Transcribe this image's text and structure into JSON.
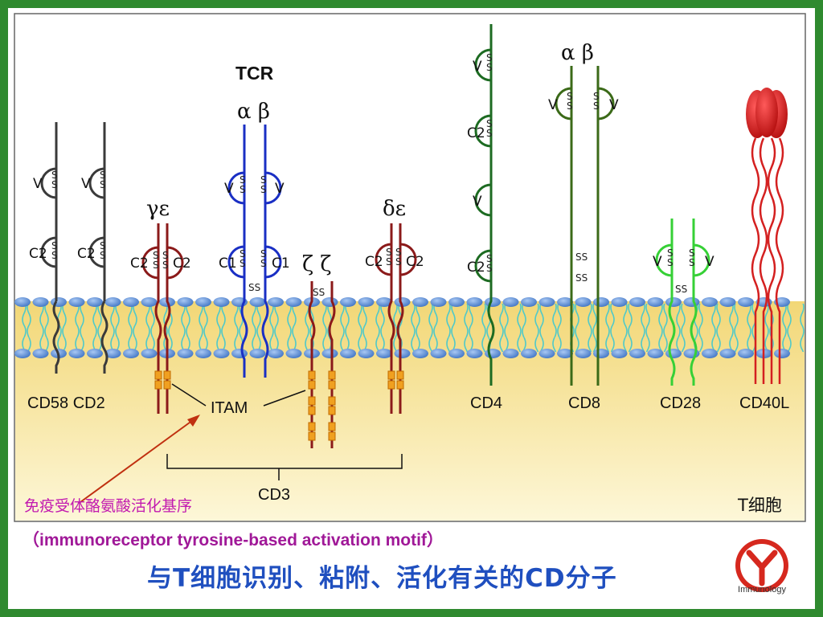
{
  "labels": {
    "tcr": "TCR",
    "tcr_alpha_beta": "α β",
    "cd8_alpha_beta": "α   β",
    "gamma_epsilon": "γε",
    "delta_epsilon": "δε",
    "zeta_zeta": "ζ ζ",
    "itam": "ITAM",
    "cd3": "CD3",
    "cd58_cd2": "CD58 CD2",
    "cd4": "CD4",
    "cd8": "CD8",
    "cd28": "CD28",
    "cd40l": "CD40L",
    "cell": "T细胞",
    "chinese_annotation": "免疫受体酪氨酸活化基序"
  },
  "domains": {
    "v": "V",
    "c2": "C2",
    "c1": "C1",
    "ss": "SS",
    "s": "S"
  },
  "caption": "（immunoreceptor tyrosine-based activation motif）",
  "title": "与T细胞识别、粘附、活化有关的CD分子",
  "logo_text": "Immunology",
  "colors": {
    "frame": "#2f8a2f",
    "membrane_head": "#5b8fd8",
    "lipid_tail": "#4fc9c9",
    "cytoplasm_top": "#f2d776",
    "cytoplasm_bottom": "#fdf7d8",
    "cd58_cd2": "#3a3a3a",
    "tcr": "#1a2fc4",
    "cd3": "#8b1a1a",
    "itam": "#f0a020",
    "cd4": "#1d6b22",
    "cd8": "#3b6a18",
    "cd28": "#36d036",
    "cd40l": "#d42020",
    "annotation": "#c21ab0",
    "arrow": "#c03010",
    "title": "#1f4fbf",
    "logo": "#d6281e"
  }
}
